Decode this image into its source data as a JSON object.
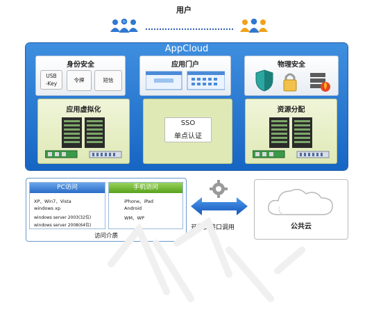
{
  "top": {
    "users_title": "用户"
  },
  "appcloud": {
    "title": "AppCloud",
    "identity": {
      "title": "身份安全",
      "items": [
        "USB\n-Key",
        "令牌",
        "短信"
      ]
    },
    "portal": {
      "title": "应用门户"
    },
    "physical": {
      "title": "物理安全"
    },
    "virtualization": {
      "title": "应用虚拟化"
    },
    "sso": {
      "line1": "SSO",
      "line2": "单点认证"
    },
    "allocation": {
      "title": "资源分配"
    }
  },
  "access": {
    "pc": {
      "title": "PC访问",
      "lines": [
        "XP、Win7、Vista",
        "windows xp",
        "windows server 2003(32位)",
        "windows server 2008(64位)"
      ]
    },
    "mobile": {
      "title": "手机访问",
      "lines": [
        "iPhone、iPad",
        "Android",
        "WM、WP"
      ]
    },
    "label": "访问介质"
  },
  "api": {
    "label": "开放式接口调用"
  },
  "cloud": {
    "label": "公共云"
  },
  "colors": {
    "appcloud_top": "#3f8fe0",
    "appcloud_bottom": "#1765c3",
    "pc_header": "#2a6cc7",
    "mobile_header": "#57a21c",
    "green_card": "#dfe9b6"
  }
}
